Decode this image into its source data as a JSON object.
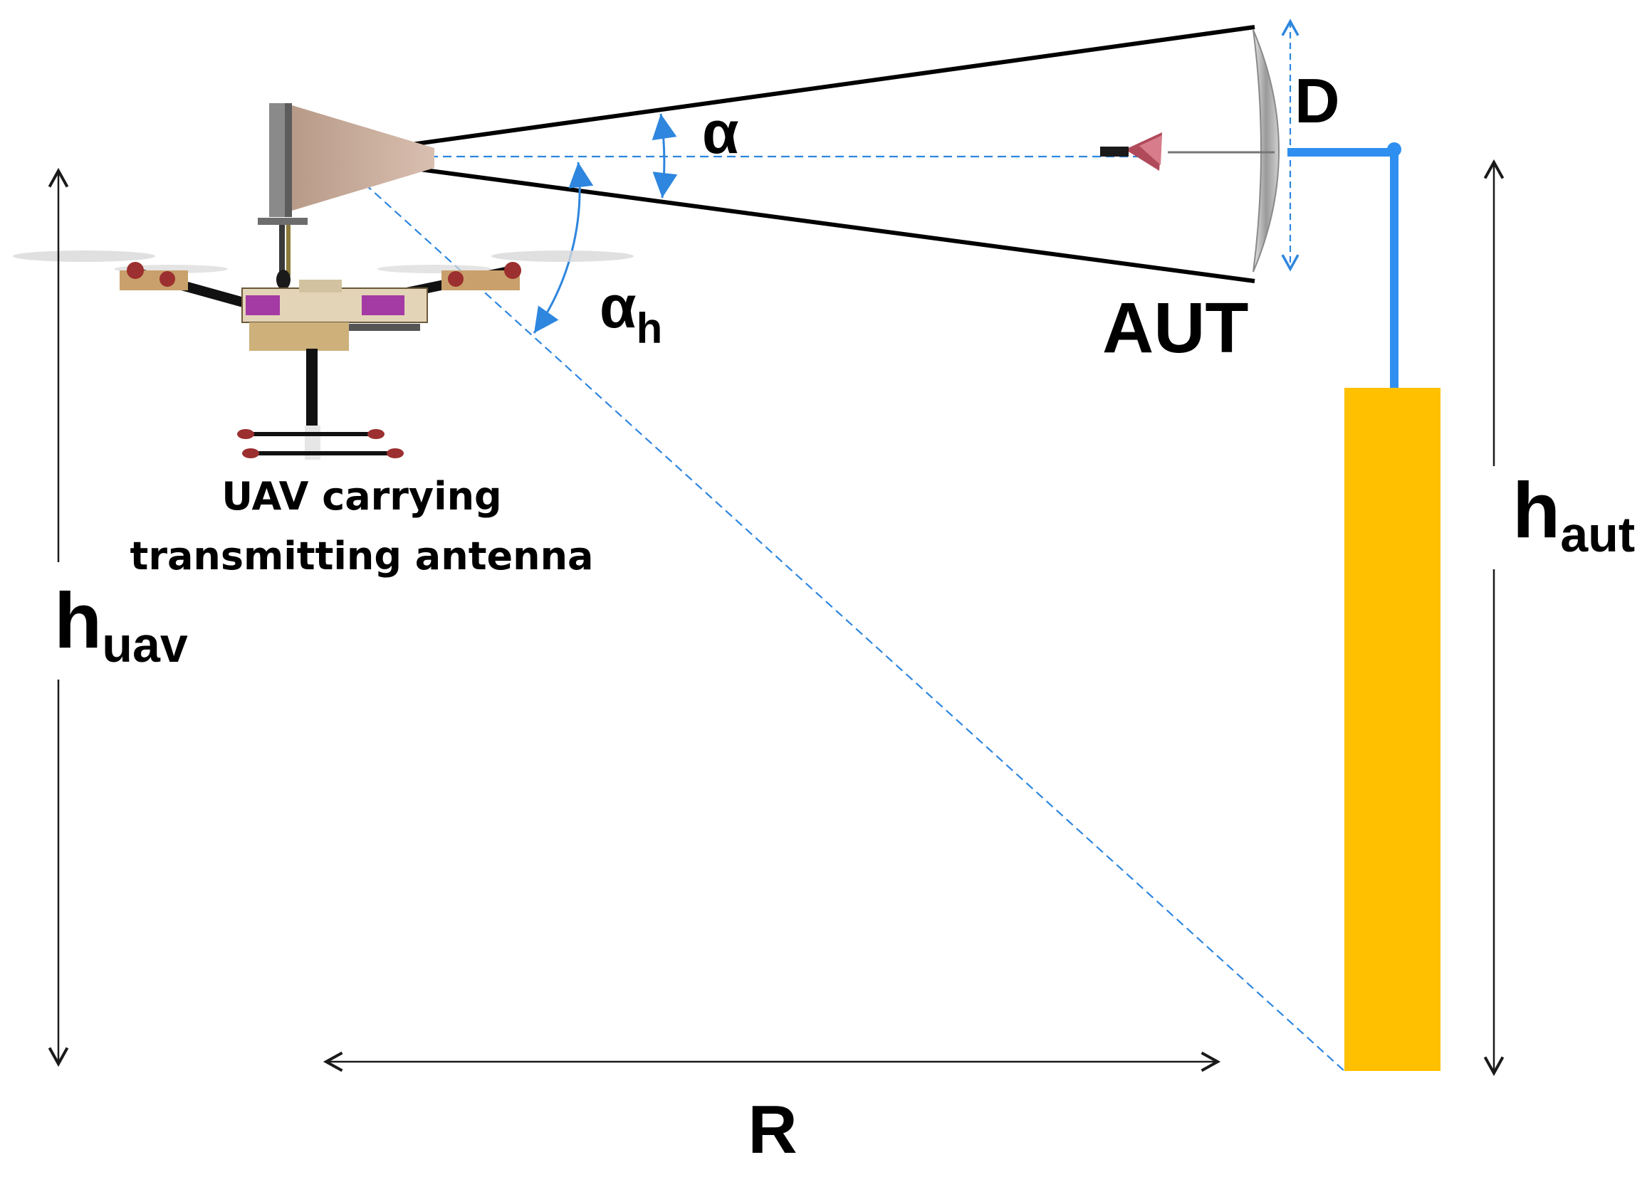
{
  "labels": {
    "alpha": "α",
    "alpha_h_main": "α",
    "alpha_h_sub": "h",
    "aut": "AUT",
    "diameter": "D",
    "uav_caption_line1": "UAV carrying",
    "uav_caption_line2": "transmitting antenna",
    "h_uav_main": "h",
    "h_uav_sub": "uav",
    "h_aut_main": "h",
    "h_aut_sub": "aut",
    "range": "R"
  },
  "colors": {
    "dashed_line": "#2e86de",
    "mast_arm": "#2f8ff0",
    "tower": "#ffc000",
    "horn": "#c9a896",
    "beam_lines": "#000000",
    "dish": "#b8b8b8",
    "dimension_arrows": "#1a1a1a"
  },
  "icons": {
    "uav": "quadcopter-drone-icon",
    "horn_antenna": "horn-antenna-icon",
    "dish_reflector": "parabolic-dish-icon",
    "feed": "dish-feed-icon"
  }
}
